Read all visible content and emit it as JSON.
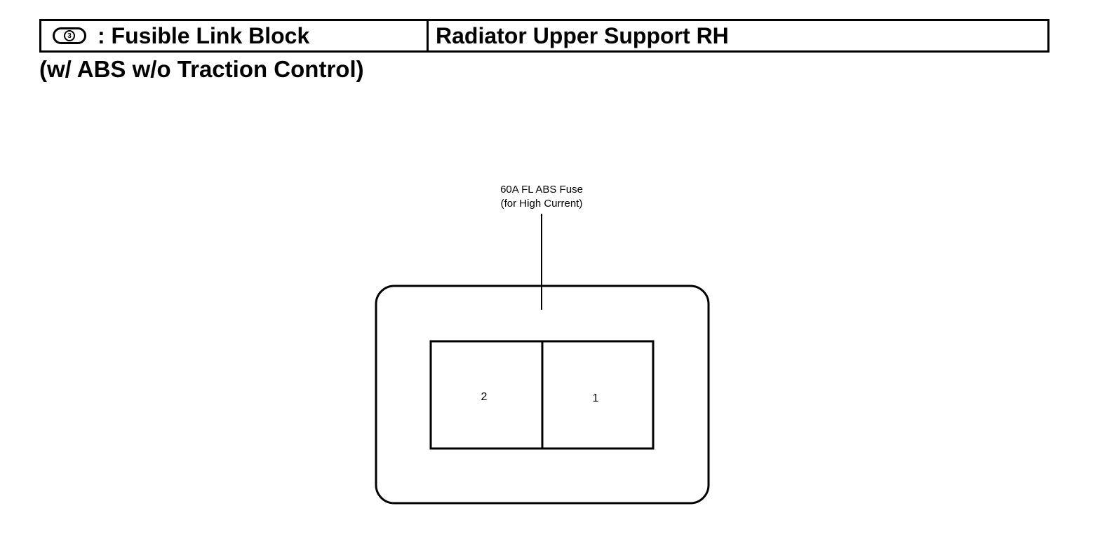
{
  "header": {
    "connector_code": "3",
    "component_label": ": Fusible Link Block",
    "location": "Radiator Upper Support RH"
  },
  "subtitle": "(w/ ABS w/o Traction Control)",
  "diagram": {
    "callout_line1": "60A FL ABS Fuse",
    "callout_line2": "(for High Current)",
    "terminals": [
      {
        "number": "2"
      },
      {
        "number": "1"
      }
    ]
  }
}
